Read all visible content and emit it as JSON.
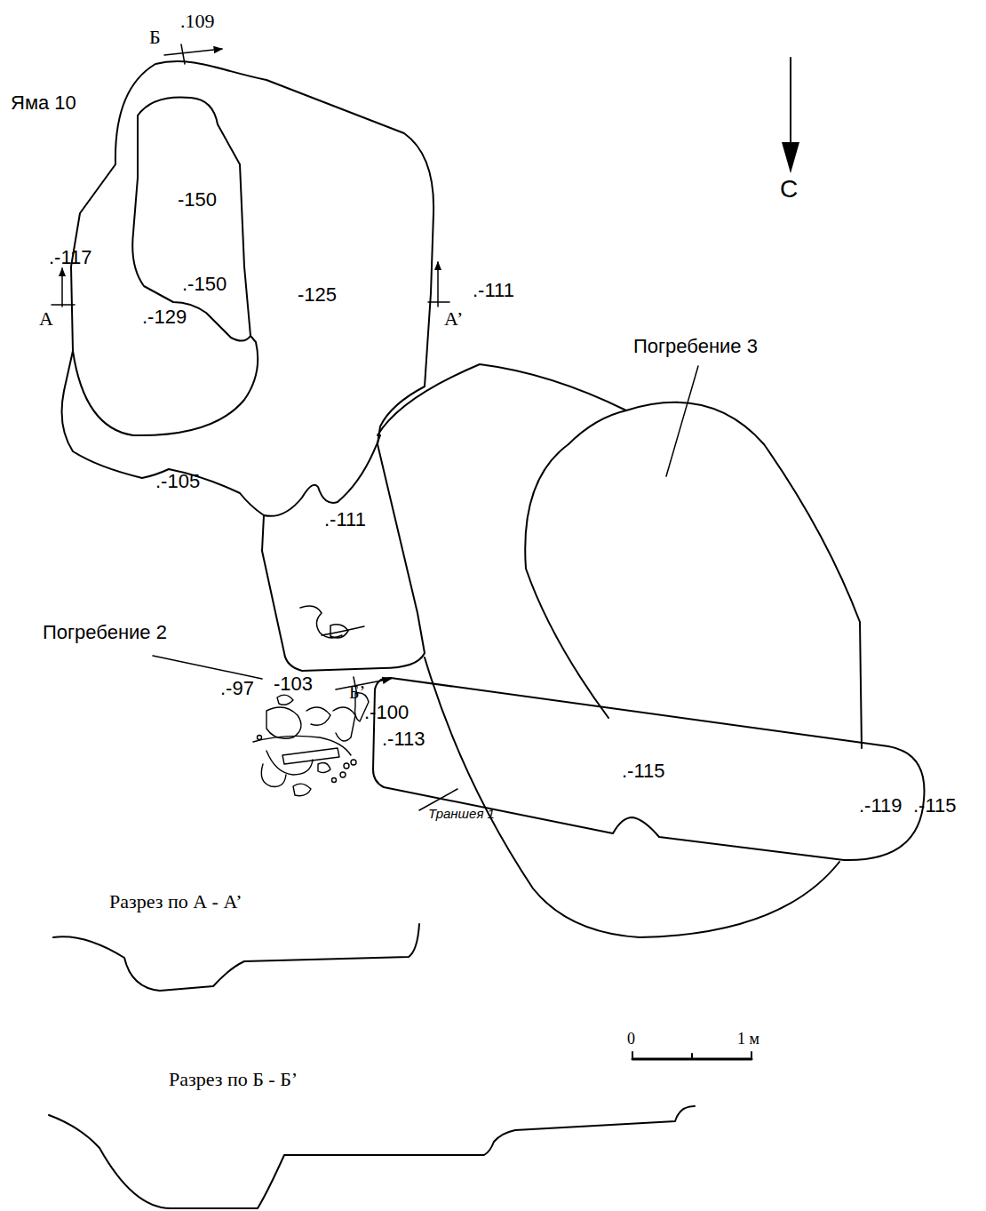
{
  "diagram": {
    "nodes": [
      {
        "text": [
          "Яма 10"
        ]
      },
      {
        "text": [
          "Погребение 2"
        ]
      },
      {
        "text": [
          "Погребение 3"
        ]
      },
      {
        "text": [
          "Траншея 1"
        ]
      }
    ],
    "labels": [
      "Б",
      ".109",
      "-150",
      ".-150",
      ".-129",
      "-125",
      ".-117",
      "А",
      ".-111",
      "А’",
      ".-105",
      ".-111",
      ".-97",
      "-103",
      "Б’",
      ".-100",
      ".-113",
      ".-115",
      ".-119",
      ".-115",
      "С",
      "Разрез по А - А’",
      "Разрез по Б - Б’",
      "0",
      "1 м"
    ]
  }
}
